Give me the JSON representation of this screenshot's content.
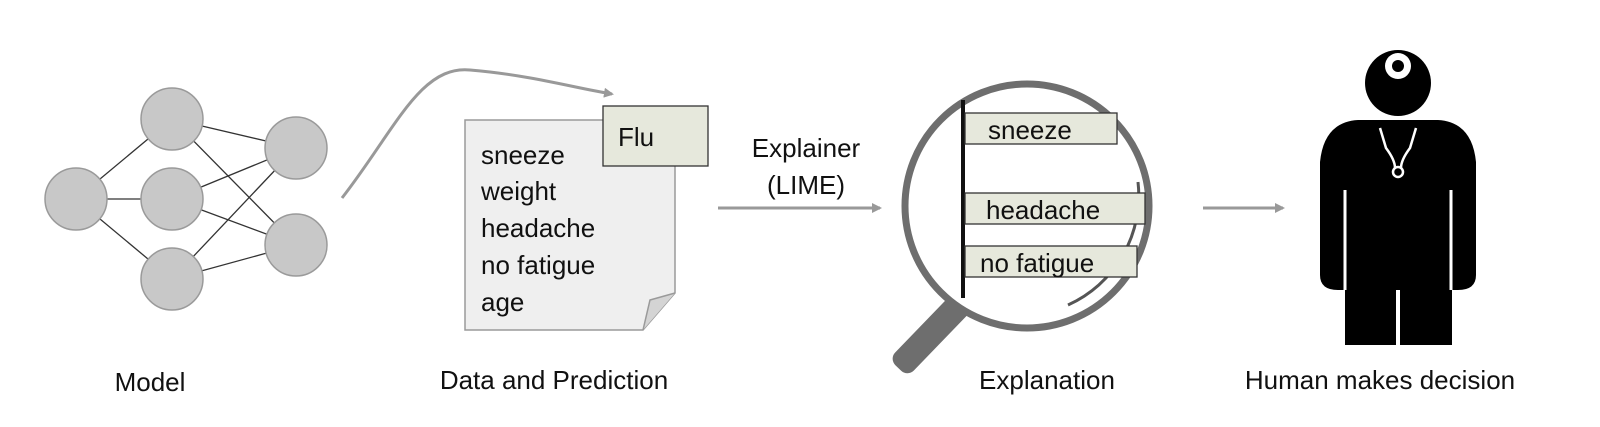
{
  "stages": {
    "model": "Model",
    "data": "Data and Prediction",
    "explanation": "Explanation",
    "human": "Human makes decision"
  },
  "document": {
    "features": [
      "sneeze",
      "weight",
      "headache",
      "no fatigue",
      "age"
    ],
    "prediction": "Flu"
  },
  "explainer": {
    "line1": "Explainer",
    "line2": "(LIME)"
  },
  "explanation_bars": [
    "sneeze",
    "headache",
    "no fatigue"
  ],
  "colors": {
    "node_fill": "#c8c8c8",
    "node_stroke": "#9a9a9a",
    "arrow": "#999999",
    "paper": "#efefef",
    "label_box": "#e6e8dc",
    "magnifier": "#6e6e6e",
    "figure": "#000000"
  },
  "icons": {
    "model": "neural-network-icon",
    "magnifier": "magnifying-glass-icon",
    "human": "doctor-icon"
  }
}
